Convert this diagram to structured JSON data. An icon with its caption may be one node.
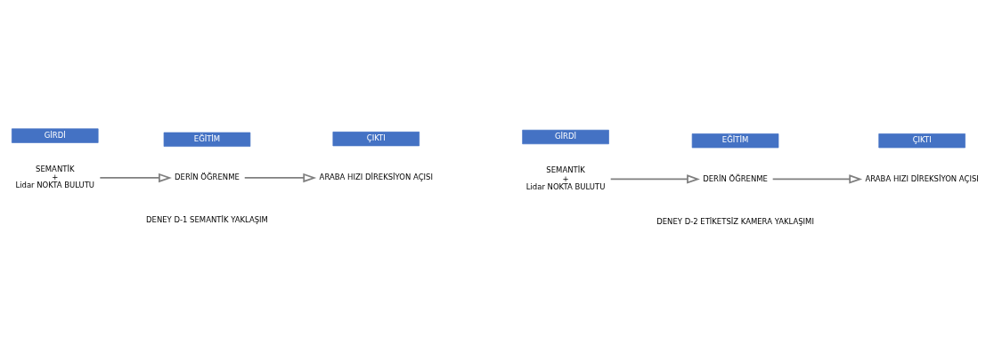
{
  "diagram": {
    "nodes": [
      {
        "text": [
          "GİRDİ"
        ]
      },
      {
        "text": [
          "EĞİTİM"
        ]
      },
      {
        "text": [
          "ÇIKTI"
        ]
      },
      {
        "text": [
          "SEMANTİK",
          "+",
          "Lidar NOKTA BULUTU"
        ]
      },
      {
        "text": [
          "DERİN ÖĞRENME"
        ]
      },
      {
        "text": [
          "ARABA HIZI DİREKSİYON AÇISI"
        ]
      },
      {
        "text": [
          "GİRDİ"
        ]
      },
      {
        "text": [
          "EĞİTİM"
        ]
      },
      {
        "text": [
          "ÇIKTI"
        ]
      },
      {
        "text": [
          "SEMANTİK",
          "+",
          "Lidar NOKTA BULUTU"
        ]
      },
      {
        "text": [
          "DERİN ÖĞRENME"
        ]
      },
      {
        "text": [
          "ARABA HIZI DİREKSİYON AÇISI"
        ]
      }
    ],
    "edges": [
      {
        "from": 3,
        "to": 4,
        "arrow": "to"
      },
      {
        "from": 4,
        "to": 5,
        "arrow": "to"
      },
      {
        "from": 9,
        "to": 10,
        "arrow": "to"
      },
      {
        "from": 10,
        "to": 11,
        "arrow": "to"
      }
    ],
    "labels": [
      "DENEY D-1 SEMANTİK YAKLAŞIM",
      "DENEY D-2 ETİKETSİZ KAMERA YAKLAŞIMI"
    ]
  }
}
